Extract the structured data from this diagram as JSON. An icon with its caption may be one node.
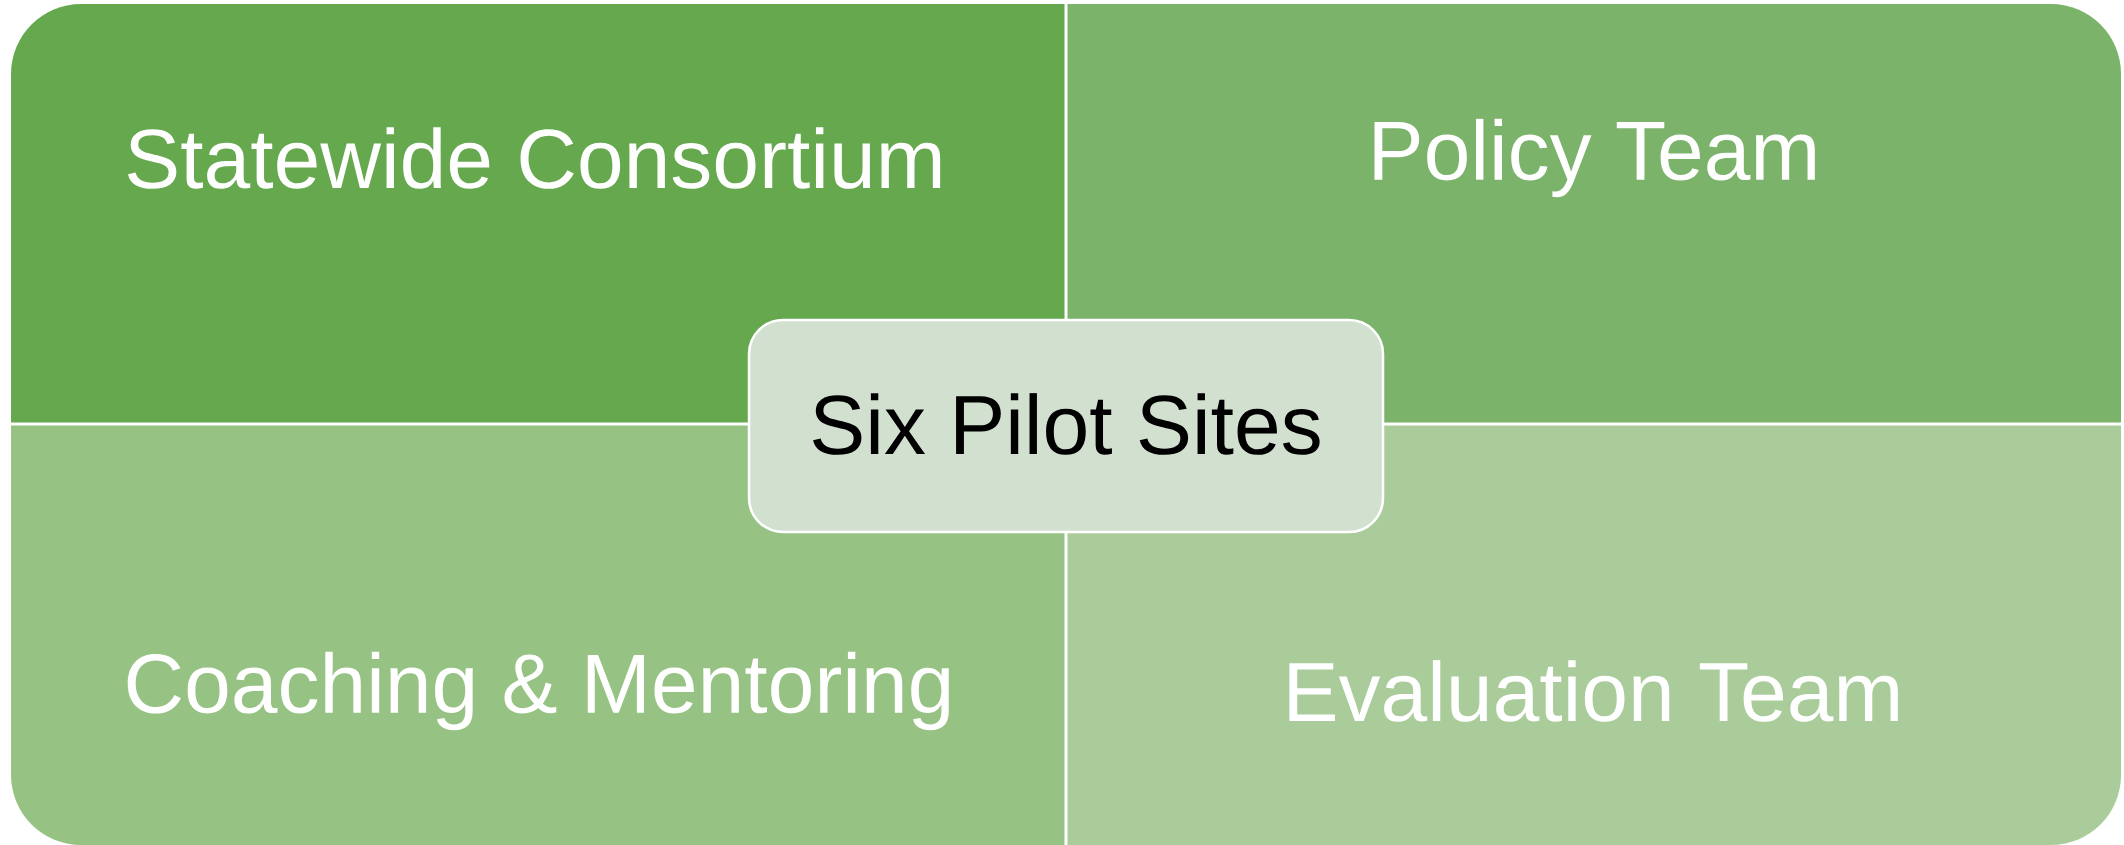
{
  "diagram": {
    "nodes": [
      {
        "text": [
          "Statewide Consortium"
        ]
      },
      {
        "text": [
          "Policy Team"
        ]
      },
      {
        "text": [
          "Six Pilot Sites"
        ]
      },
      {
        "text": [
          "Coaching & Mentoring"
        ]
      },
      {
        "text": [
          "Evaluation Team"
        ]
      }
    ],
    "edges": []
  }
}
